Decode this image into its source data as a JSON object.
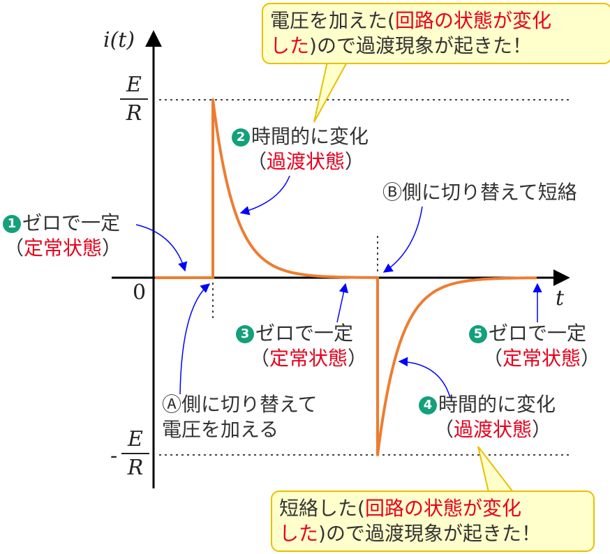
{
  "axes": {
    "y_label": "i(t)",
    "x_label": "t",
    "origin": "0",
    "top_num": "E",
    "top_den": "R",
    "bottom_sign": "-",
    "bottom_num": "E",
    "bottom_den": "R"
  },
  "labels": {
    "l1": {
      "badge": "1",
      "line1": "ゼロで一定",
      "open": "（",
      "state": "定常状態",
      "close": "）"
    },
    "l2": {
      "badge": "2",
      "line1": "時間的に変化",
      "open": "（",
      "state": "過渡状態",
      "close": "）"
    },
    "l3": {
      "badge": "3",
      "line1": "ゼロで一定",
      "open": "（",
      "state": "定常状態",
      "close": "）"
    },
    "l4": {
      "badge": "4",
      "line1": "時間的に変化",
      "open": "（",
      "state": "過渡状態",
      "close": "）"
    },
    "l5": {
      "badge": "5",
      "line1": "ゼロで一定",
      "open": "（",
      "state": "定常状態",
      "close": "）"
    },
    "la": {
      "line1": "Ⓐ側に切り替えて",
      "line2": "電圧を加える"
    },
    "lb": {
      "line1": "Ⓑ側に切り替えて短絡"
    }
  },
  "callout_top": {
    "a": "電圧を加えた(",
    "b": "回路の状態が変化",
    "c": "した",
    "d": ")ので過渡現象が起きた！"
  },
  "callout_bottom": {
    "a": "短絡した(",
    "b": "回路の状態が変化",
    "c": "した",
    "d": ")ので過渡現象が起きた！"
  },
  "colors": {
    "curve": "#ed7d31",
    "arrow": "#0000ff",
    "badge": "#13a07a",
    "highlight": "#e8001c",
    "callout_fill": "#ffffcc",
    "callout_border": "#e8c000"
  }
}
